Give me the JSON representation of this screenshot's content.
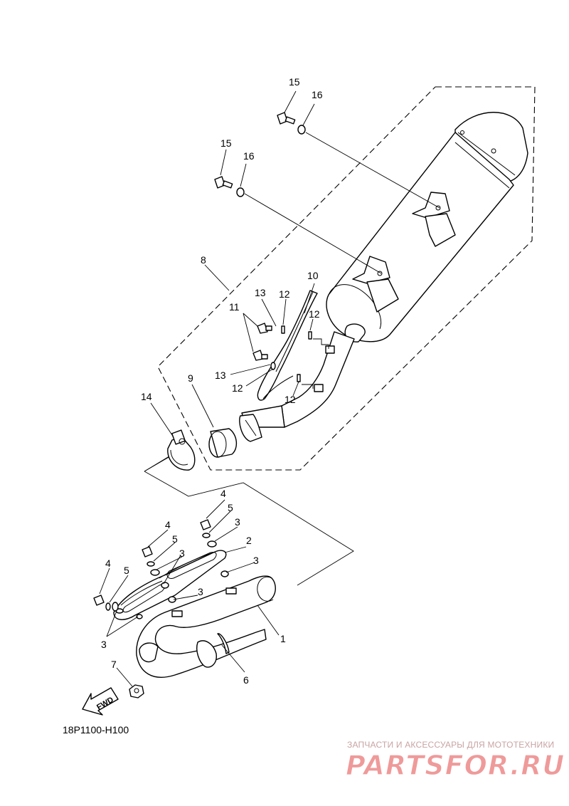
{
  "diagram": {
    "code": "18P1100-H100",
    "fwd_label": "FWD",
    "callouts": {
      "c1": "1",
      "c2": "2",
      "c3a": "3",
      "c3b": "3",
      "c3c": "3",
      "c3d": "3",
      "c3e": "3",
      "c4a": "4",
      "c4b": "4",
      "c4c": "4",
      "c5a": "5",
      "c5b": "5",
      "c5c": "5",
      "c6": "6",
      "c7": "7",
      "c8": "8",
      "c9": "9",
      "c10": "10",
      "c11": "11",
      "c12a": "12",
      "c12b": "12",
      "c12c": "12",
      "c12d": "12",
      "c13a": "13",
      "c13b": "13",
      "c14": "14",
      "c15a": "15",
      "c15b": "15",
      "c16a": "16",
      "c16b": "16"
    }
  },
  "watermark": {
    "tagline": "ЗАПЧАСТИ И АКСЕССУАРЫ ДЛЯ МОТОТЕХНИКИ",
    "brand": "PARTSFOR.RU",
    "color": "#ef9a9a"
  }
}
